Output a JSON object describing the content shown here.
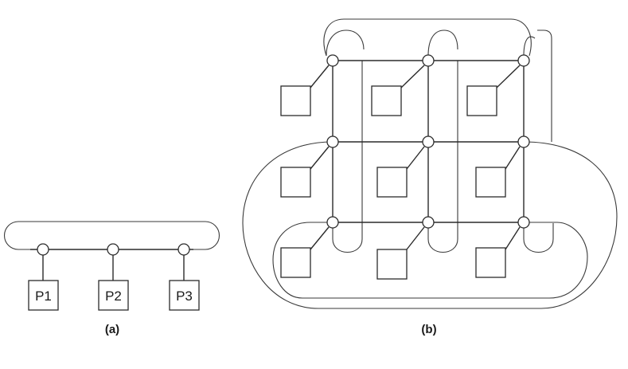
{
  "figure_a": {
    "caption": "(a)",
    "processors": [
      "P1",
      "P2",
      "P3"
    ]
  },
  "figure_b": {
    "caption": "(b)",
    "grid_rows": 3,
    "grid_cols": 3
  }
}
